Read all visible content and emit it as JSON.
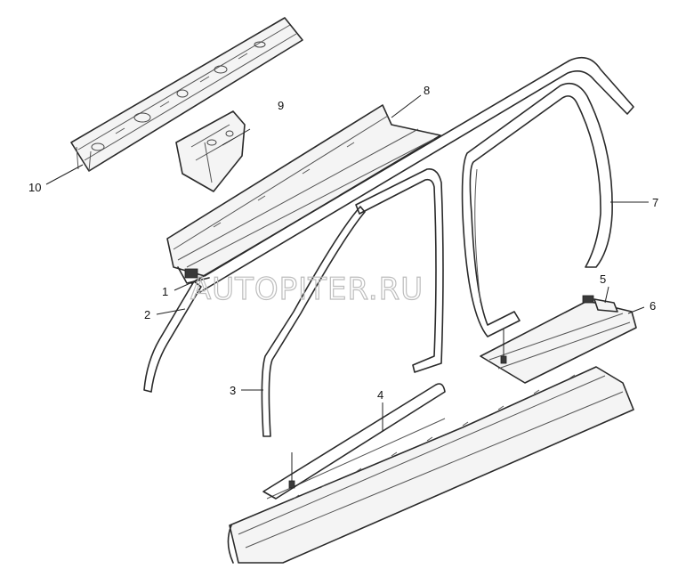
{
  "watermark": "AUTOPITER.RU",
  "callouts": [
    {
      "id": "1",
      "label": "1"
    },
    {
      "id": "2",
      "label": "2"
    },
    {
      "id": "3",
      "label": "3"
    },
    {
      "id": "4",
      "label": "4"
    },
    {
      "id": "5",
      "label": "5"
    },
    {
      "id": "6",
      "label": "6"
    },
    {
      "id": "7",
      "label": "7"
    },
    {
      "id": "8",
      "label": "8"
    },
    {
      "id": "9",
      "label": "9"
    },
    {
      "id": "10",
      "label": "10"
    }
  ]
}
